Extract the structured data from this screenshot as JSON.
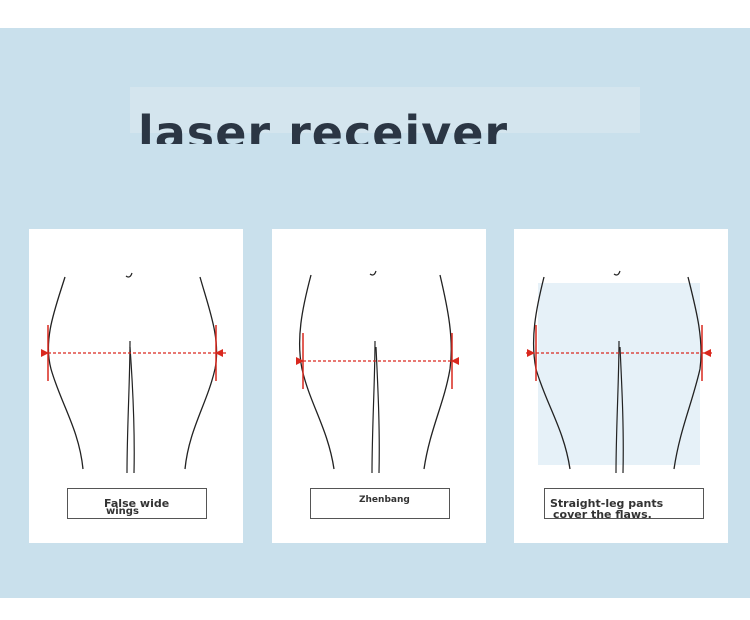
{
  "heading": "laser receiver",
  "panels": [
    {
      "label_line1": "False wide",
      "label_line2": "wings"
    },
    {
      "label_line1": "Zhenbang"
    },
    {
      "label_line1": "Straight-leg pants",
      "label_line2": "cover the flaws."
    }
  ],
  "colors": {
    "background": "#c9e0ec",
    "title": "#2b3644",
    "measure_line": "#d9281e",
    "outline": "#222222",
    "pants_fill": "#e6f1f8"
  }
}
